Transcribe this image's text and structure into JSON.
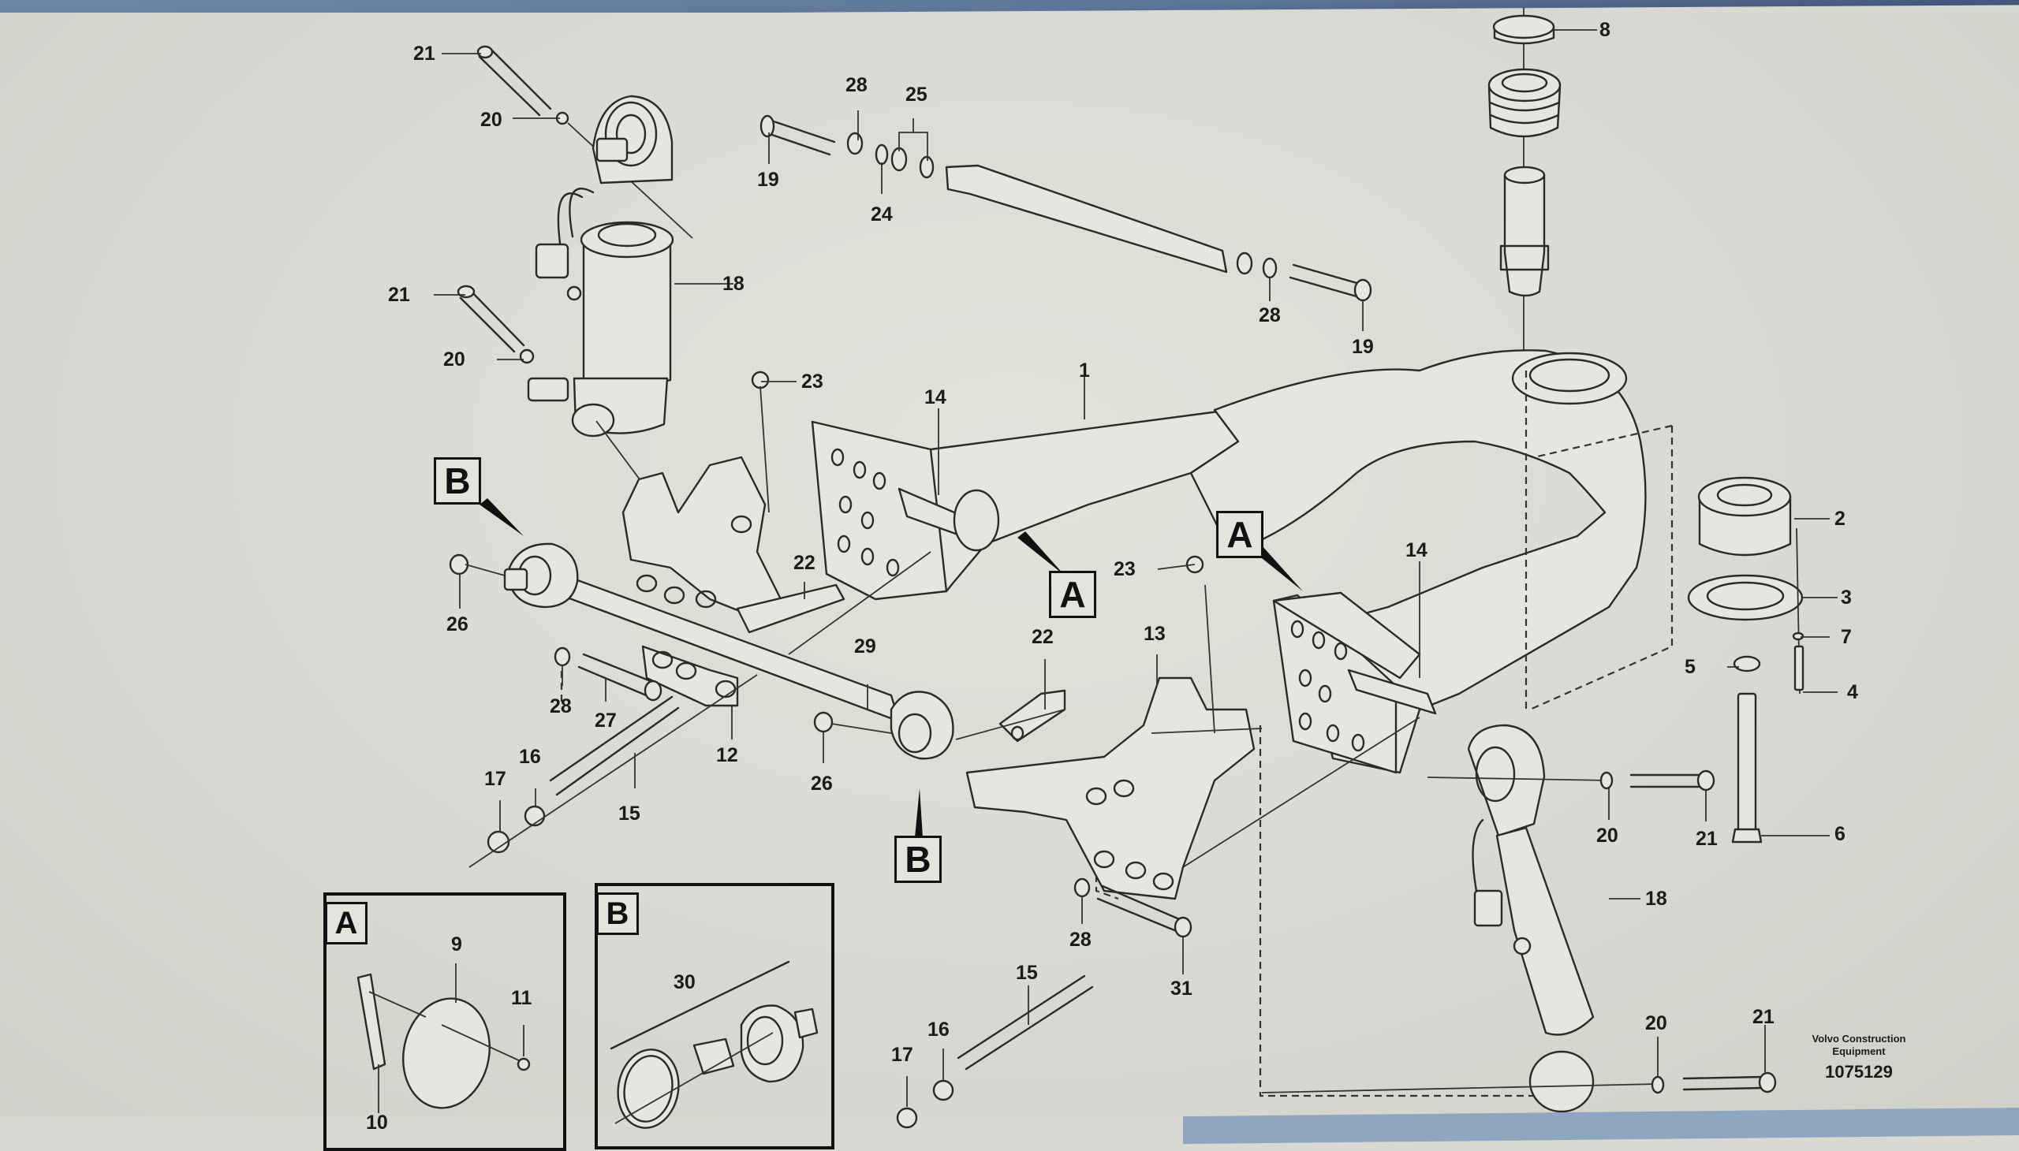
{
  "diagram": {
    "title_caption": {
      "manufacturer": "Volvo Construction Equipment",
      "drawing_number": "1075129"
    },
    "section_markers": [
      {
        "id": "marker-b-upper",
        "label": "B"
      },
      {
        "id": "marker-a-center",
        "label": "A"
      },
      {
        "id": "marker-a-right",
        "label": "A"
      },
      {
        "id": "marker-b-lower",
        "label": "B"
      }
    ],
    "detail_views": [
      {
        "label": "A",
        "callouts": [
          "9",
          "10",
          "11"
        ]
      },
      {
        "label": "B",
        "callouts": [
          "30"
        ]
      }
    ],
    "callouts": {
      "c21_top": "21",
      "c20_top": "20",
      "c18_upper": "18",
      "c21_mid": "21",
      "c20_mid": "20",
      "c28_rod": "28",
      "c25": "25",
      "c19_left": "19",
      "c24": "24",
      "c28_rod_right": "28",
      "c19_right": "19",
      "c8": "8",
      "c23_left": "23",
      "c1": "1",
      "c14_left": "14",
      "c26_left": "26",
      "c22_left": "22",
      "c28_left": "28",
      "c27": "27",
      "c29": "29",
      "c12": "12",
      "c16_left": "16",
      "c17_left": "17",
      "c15_left": "15",
      "c26_mid": "26",
      "c23_right": "23",
      "c14_right": "14",
      "c22_mid": "22",
      "c13": "13",
      "c2": "2",
      "c3": "3",
      "c7": "7",
      "c5": "5",
      "c4": "4",
      "c6": "6",
      "c20_right": "20",
      "c21_right": "21",
      "c18_lower": "18",
      "c28_bracket": "28",
      "c31": "31",
      "c15_lower": "15",
      "c16_lower": "16",
      "c17_lower": "17",
      "c20_bottom": "20",
      "c21_bottom": "21",
      "c9": "9",
      "c11": "11",
      "c10": "10",
      "c30": "30"
    }
  }
}
